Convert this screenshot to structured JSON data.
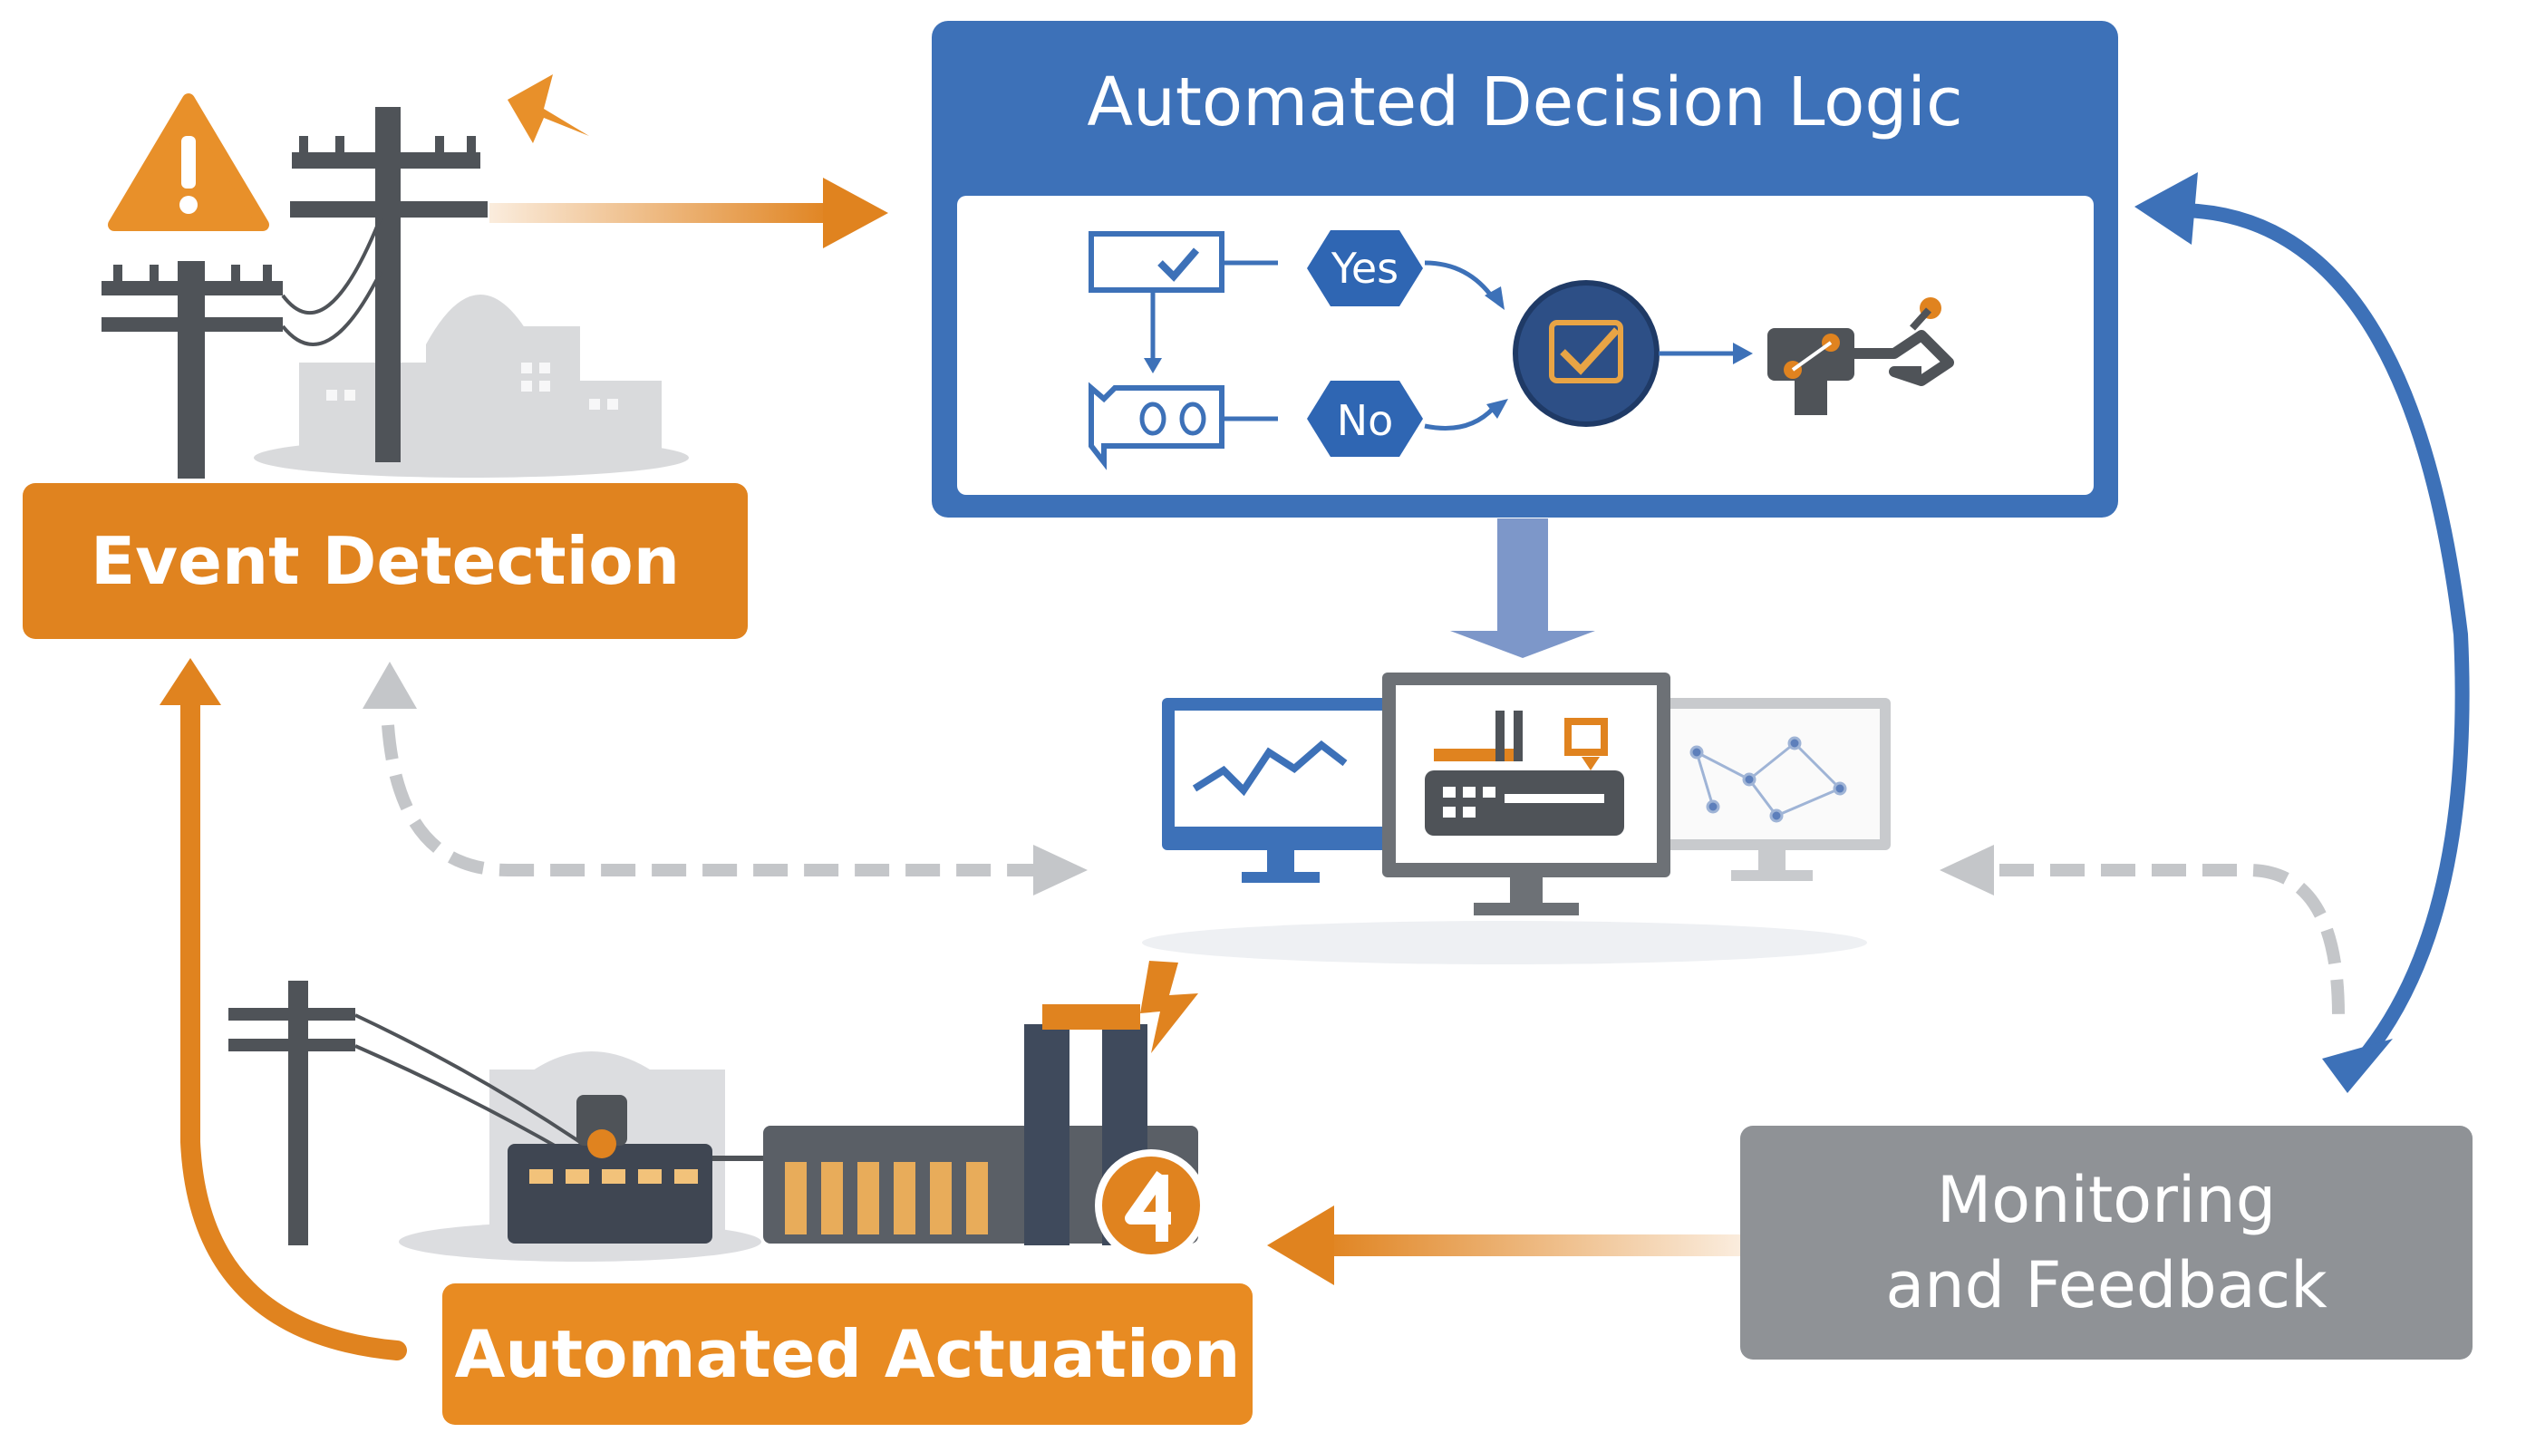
{
  "decision_logic": {
    "title": "Automated Decision Logic",
    "yes_label": "Yes",
    "no_label": "No"
  },
  "stages": {
    "event_detection": "Event Detection",
    "automated_actuation": "Automated Actuation",
    "monitoring_line1": "Monitoring",
    "monitoring_line2": "and Feedback"
  },
  "colors": {
    "orange": "#e0831f",
    "blue": "#3d71b8",
    "gray": "#8f9296",
    "dark_gray": "#55595e"
  }
}
